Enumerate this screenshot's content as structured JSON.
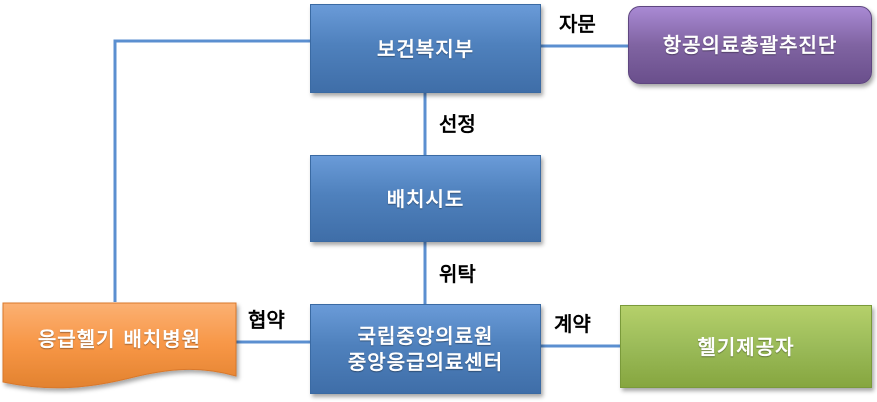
{
  "nodes": {
    "ministry": "보건복지부",
    "air_medical_team": "항공의료총괄추진단",
    "province": "배치시도",
    "nmc_line1": "국립중앙의료원",
    "nmc_line2": "중앙응급의료센터",
    "hospital": "응급헬기 배치병원",
    "heli_provider": "헬기제공자"
  },
  "edges": {
    "advice": "자문",
    "selection": "선정",
    "delegation": "위탁",
    "agreement": "협약",
    "contract": "계약"
  },
  "colors": {
    "blue": "#4f81bd",
    "purple": "#8064a2",
    "orange": "#f79646",
    "green": "#9bbb59",
    "connector": "#5b8fd0"
  }
}
